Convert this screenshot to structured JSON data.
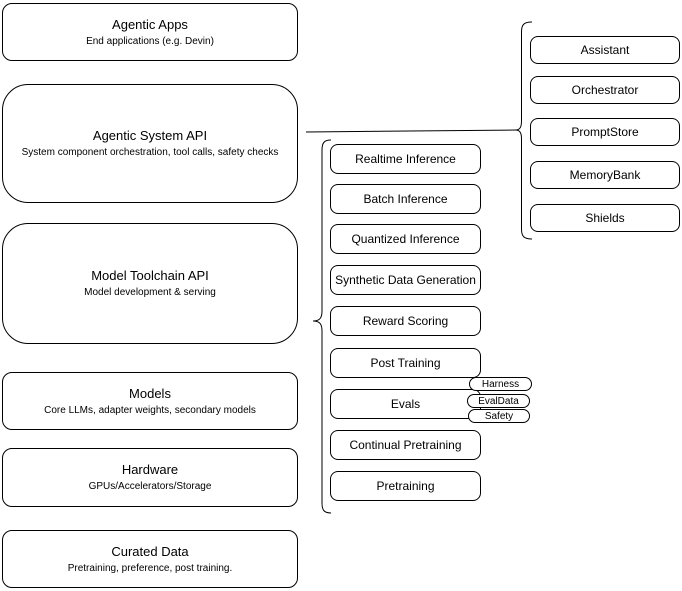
{
  "diagram": {
    "colors": {
      "background": "#ffffff",
      "stroke": "#000000",
      "text": "#000000"
    },
    "stack_layers": {
      "items": [
        {
          "title": "Agentic Apps",
          "subtitle": "End applications (e.g. Devin)"
        },
        {
          "title": "Agentic System API",
          "subtitle": "System component orchestration, tool calls, safety checks"
        },
        {
          "title": "Model Toolchain API",
          "subtitle": "Model development & serving"
        },
        {
          "title": "Models",
          "subtitle": "Core LLMs, adapter weights, secondary models"
        },
        {
          "title": "Hardware",
          "subtitle": "GPUs/Accelerators/Storage"
        },
        {
          "title": "Curated Data",
          "subtitle": "Pretraining, preference, post training."
        }
      ]
    },
    "toolchain_components": {
      "items": [
        {
          "label": "Realtime Inference"
        },
        {
          "label": "Batch Inference"
        },
        {
          "label": "Quantized Inference"
        },
        {
          "label": "Synthetic Data Generation"
        },
        {
          "label": "Reward Scoring"
        },
        {
          "label": "Post Training"
        },
        {
          "label": "Evals"
        },
        {
          "label": "Continual Pretraining"
        },
        {
          "label": "Pretraining"
        }
      ]
    },
    "evals_tags": {
      "items": [
        {
          "label": "Harness"
        },
        {
          "label": "EvalData"
        },
        {
          "label": "Safety"
        }
      ]
    },
    "system_components": {
      "items": [
        {
          "label": "Assistant"
        },
        {
          "label": "Orchestrator"
        },
        {
          "label": "PromptStore"
        },
        {
          "label": "MemoryBank"
        },
        {
          "label": "Shields"
        }
      ]
    }
  }
}
